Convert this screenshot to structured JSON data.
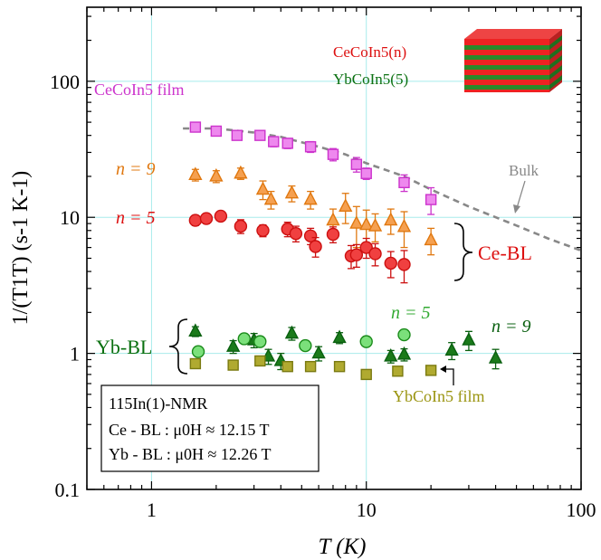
{
  "chart_data": {
    "type": "scatter",
    "xlabel": "T (K)",
    "ylabel": "1/(T1T) (s-1 K-1)",
    "xscale": "log",
    "yscale": "log",
    "xlim": [
      0.5,
      100
    ],
    "ylim": [
      0.1,
      350
    ],
    "xticks": [
      "1",
      "10",
      "100"
    ],
    "yticks": [
      "0.1",
      "1",
      "10",
      "100"
    ],
    "grid": true,
    "series": [
      {
        "name": "CeCoIn5 film",
        "marker": "square",
        "color": "#cc33cc",
        "fill": "#ee88ee",
        "points": [
          {
            "x": 1.6,
            "y": 46,
            "err": 3
          },
          {
            "x": 2.0,
            "y": 43,
            "err": 3
          },
          {
            "x": 2.5,
            "y": 40,
            "err": 3
          },
          {
            "x": 3.2,
            "y": 40,
            "err": 3
          },
          {
            "x": 3.7,
            "y": 36,
            "err": 3
          },
          {
            "x": 4.3,
            "y": 35,
            "err": 3
          },
          {
            "x": 5.5,
            "y": 33,
            "err": 3
          },
          {
            "x": 7.0,
            "y": 29,
            "err": 3
          },
          {
            "x": 9.0,
            "y": 24.5,
            "err": 3
          },
          {
            "x": 10.0,
            "y": 21,
            "err": 2
          },
          {
            "x": 15.0,
            "y": 18,
            "err": 2.5
          },
          {
            "x": 20.0,
            "y": 13.5,
            "err": 3
          }
        ]
      },
      {
        "name": "n = 9",
        "group": "Ce-BL",
        "marker": "triangle",
        "color": "#e07810",
        "fill": "#f5a050",
        "points": [
          {
            "x": 1.6,
            "y": 20.5,
            "err": 2
          },
          {
            "x": 2.0,
            "y": 20,
            "err": 2
          },
          {
            "x": 2.6,
            "y": 21,
            "err": 2
          },
          {
            "x": 3.3,
            "y": 16,
            "err": 2.5
          },
          {
            "x": 3.6,
            "y": 13.5,
            "err": 2
          },
          {
            "x": 4.5,
            "y": 15,
            "err": 2
          },
          {
            "x": 5.5,
            "y": 13.5,
            "err": 2
          },
          {
            "x": 7.0,
            "y": 9.5,
            "err": 2
          },
          {
            "x": 8.0,
            "y": 12,
            "err": 3
          },
          {
            "x": 9.0,
            "y": 9,
            "err": 3
          },
          {
            "x": 10.0,
            "y": 8.8,
            "err": 2.5
          },
          {
            "x": 11.0,
            "y": 8.6,
            "err": 2
          },
          {
            "x": 13.0,
            "y": 9.5,
            "err": 2
          },
          {
            "x": 15.0,
            "y": 8.5,
            "err": 2.5
          },
          {
            "x": 20.0,
            "y": 6.8,
            "err": 1.5
          }
        ]
      },
      {
        "name": "n = 5",
        "group": "Ce-BL",
        "marker": "circle",
        "color": "#cc1010",
        "fill": "#f04040",
        "points": [
          {
            "x": 1.6,
            "y": 9.5,
            "err": 0.8
          },
          {
            "x": 1.8,
            "y": 9.8,
            "err": 0.8
          },
          {
            "x": 2.1,
            "y": 10.2,
            "err": 0.8
          },
          {
            "x": 2.6,
            "y": 8.6,
            "err": 1
          },
          {
            "x": 3.3,
            "y": 8.0,
            "err": 0.8
          },
          {
            "x": 4.3,
            "y": 8.2,
            "err": 1
          },
          {
            "x": 4.7,
            "y": 7.6,
            "err": 1
          },
          {
            "x": 5.5,
            "y": 7.3,
            "err": 1
          },
          {
            "x": 5.8,
            "y": 6.1,
            "err": 1
          },
          {
            "x": 7.0,
            "y": 7.5,
            "err": 1
          },
          {
            "x": 8.5,
            "y": 5.2,
            "err": 1
          },
          {
            "x": 9.0,
            "y": 5.3,
            "err": 1
          },
          {
            "x": 10.0,
            "y": 6.0,
            "err": 1
          },
          {
            "x": 11.0,
            "y": 5.4,
            "err": 1
          },
          {
            "x": 13.0,
            "y": 4.6,
            "err": 1
          },
          {
            "x": 15.0,
            "y": 4.5,
            "err": 1.2
          }
        ]
      },
      {
        "name": "n = 9",
        "group": "Yb-BL",
        "marker": "triangle",
        "color": "#0a6010",
        "fill": "#1a7a1a",
        "points": [
          {
            "x": 1.6,
            "y": 1.45,
            "err": 0.12
          },
          {
            "x": 2.4,
            "y": 1.12,
            "err": 0.12
          },
          {
            "x": 3.0,
            "y": 1.25,
            "err": 0.15
          },
          {
            "x": 3.5,
            "y": 0.95,
            "err": 0.12
          },
          {
            "x": 4.0,
            "y": 0.88,
            "err": 0.12
          },
          {
            "x": 4.5,
            "y": 1.4,
            "err": 0.15
          },
          {
            "x": 6.0,
            "y": 1.0,
            "err": 0.12
          },
          {
            "x": 7.5,
            "y": 1.3,
            "err": 0.12
          },
          {
            "x": 13.0,
            "y": 0.95,
            "err": 0.1
          },
          {
            "x": 15.0,
            "y": 0.98,
            "err": 0.1
          },
          {
            "x": 25.0,
            "y": 1.05,
            "err": 0.15
          },
          {
            "x": 30.0,
            "y": 1.25,
            "err": 0.2
          },
          {
            "x": 40.0,
            "y": 0.92,
            "err": 0.15
          }
        ]
      },
      {
        "name": "n = 5",
        "group": "Yb-BL",
        "marker": "circle",
        "color": "#1a8a1a",
        "fill": "#7be07b",
        "points": [
          {
            "x": 1.65,
            "y": 1.03,
            "err": 0
          },
          {
            "x": 2.7,
            "y": 1.28,
            "err": 0
          },
          {
            "x": 3.2,
            "y": 1.22,
            "err": 0
          },
          {
            "x": 5.2,
            "y": 1.14,
            "err": 0
          },
          {
            "x": 10.0,
            "y": 1.22,
            "err": 0
          },
          {
            "x": 15.0,
            "y": 1.37,
            "err": 0
          }
        ]
      },
      {
        "name": "YbCoIn5 film",
        "marker": "square",
        "color": "#7a7a10",
        "fill": "#b0aa30",
        "points": [
          {
            "x": 1.6,
            "y": 0.84,
            "err": 0
          },
          {
            "x": 2.4,
            "y": 0.82,
            "err": 0
          },
          {
            "x": 3.2,
            "y": 0.88,
            "err": 0
          },
          {
            "x": 4.3,
            "y": 0.8,
            "err": 0
          },
          {
            "x": 5.5,
            "y": 0.8,
            "err": 0
          },
          {
            "x": 7.5,
            "y": 0.8,
            "err": 0
          },
          {
            "x": 10.0,
            "y": 0.7,
            "err": 0
          },
          {
            "x": 14.0,
            "y": 0.74,
            "err": 0
          },
          {
            "x": 20.0,
            "y": 0.75,
            "err": 0
          }
        ]
      },
      {
        "name": "Bulk",
        "marker": "dashed-line",
        "color": "#888888",
        "points": [
          {
            "x": 1.4,
            "y": 45
          },
          {
            "x": 2.0,
            "y": 45
          },
          {
            "x": 3.0,
            "y": 42
          },
          {
            "x": 4.0,
            "y": 39
          },
          {
            "x": 6.0,
            "y": 33
          },
          {
            "x": 8.0,
            "y": 29
          },
          {
            "x": 10.0,
            "y": 25
          },
          {
            "x": 15.0,
            "y": 20
          },
          {
            "x": 20.0,
            "y": 16
          },
          {
            "x": 30.0,
            "y": 12
          },
          {
            "x": 50.0,
            "y": 8.7
          },
          {
            "x": 70.0,
            "y": 7
          },
          {
            "x": 100.0,
            "y": 5.7
          }
        ]
      }
    ],
    "annotations": {
      "cecoin5_film": "CeCoIn5 film",
      "ce_n9": "n = 9",
      "ce_n5": "n = 5",
      "ce_bl": "Ce-BL",
      "yb_bl": "Yb-BL",
      "yb_n5": "n = 5",
      "yb_n9": "n = 9",
      "ybcoin5_film": "YbCoIn5 film",
      "bulk": "Bulk",
      "cube_top": "CeCoIn5(n)",
      "cube_bottom": "YbCoIn5(5)",
      "info_line1": "115In(1)-NMR",
      "info_line2": "Ce - BL : μ0H ≈ 12.15 T",
      "info_line3": "Yb - BL : μ0H ≈ 12.26 T"
    }
  }
}
